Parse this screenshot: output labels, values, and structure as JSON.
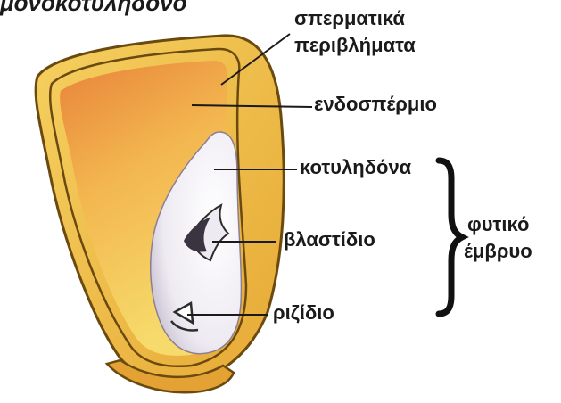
{
  "header": {
    "cropped_title": "μονοκοτυλήδονο"
  },
  "labels": {
    "seed_coat_line1": "σπερματικά",
    "seed_coat_line2": "περιβλήματα",
    "endosperm": "ενδοσπέρμιο",
    "cotyledon": "κοτυληδόνα",
    "plumule": "βλαστίδιο",
    "radicle": "ριζίδιο",
    "embryo_line1": "φυτικό",
    "embryo_line2": "έμβρυο"
  },
  "colors": {
    "outer_coat": "#f0c040",
    "coat_outline": "#6b4a10",
    "endosperm_top": "#ea8a3e",
    "endosperm_bottom": "#f6d96a",
    "embryo": "#f2f0f4",
    "embryo_shadow": "#b7b0c0",
    "leader_line": "#1a1a1a"
  }
}
